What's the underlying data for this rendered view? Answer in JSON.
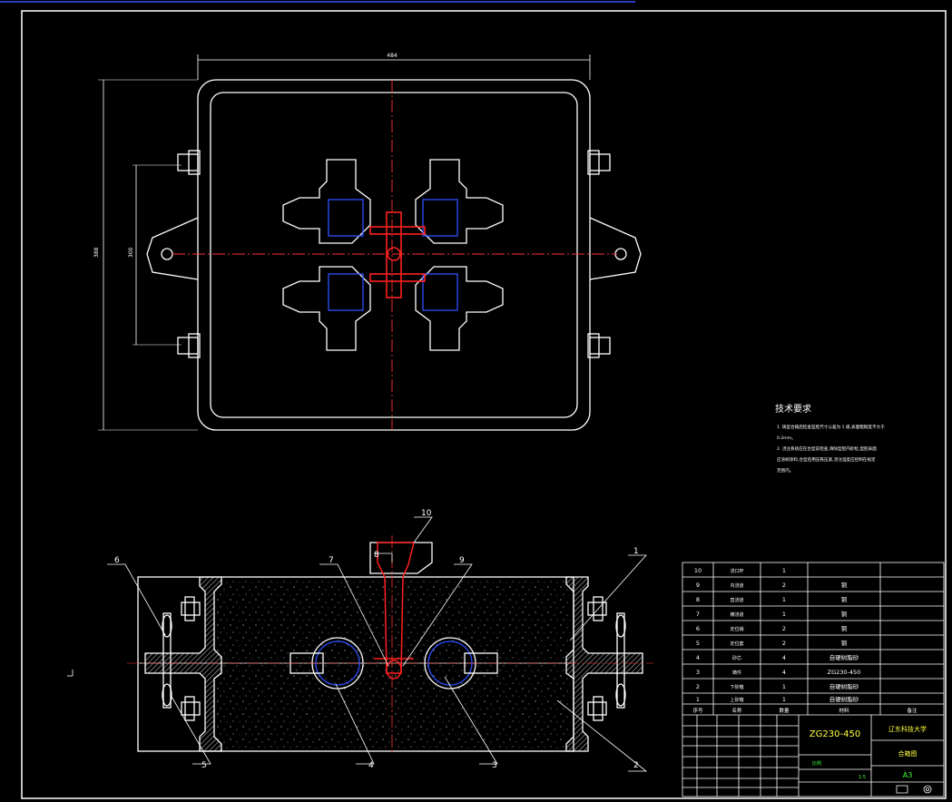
{
  "top_view": {
    "dim_width": "484",
    "dim_height_outer": "388",
    "dim_height_inner": "300"
  },
  "tech_requirements": {
    "title": "技术要求",
    "lines": [
      "1. 铸型合箱后检查型腔尺寸公差为 1 级,表面粗糙度不大于",
      "0.2mm。",
      "2. 浇注系统应在合型前检查,清除型腔内砂粒,型腔表面",
      "应涂刷涂料,合型后用压铁压紧,浇注温度应控制在规定",
      "范围内。"
    ]
  },
  "callouts": [
    "1",
    "2",
    "3",
    "4",
    "5",
    "6",
    "7",
    "8",
    "9",
    "10"
  ],
  "bom": {
    "rows": [
      {
        "no": "10",
        "name": "浇口杯",
        "qty": "1",
        "material": ""
      },
      {
        "no": "9",
        "name": "内浇道",
        "qty": "2",
        "material": "铜"
      },
      {
        "no": "8",
        "name": "直浇道",
        "qty": "1",
        "material": "铜"
      },
      {
        "no": "7",
        "name": "横浇道",
        "qty": "1",
        "material": "铜"
      },
      {
        "no": "6",
        "name": "定位销",
        "qty": "2",
        "material": "铜"
      },
      {
        "no": "5",
        "name": "定位套",
        "qty": "2",
        "material": "铜"
      },
      {
        "no": "4",
        "name": "砂芯",
        "qty": "4",
        "material": "自硬树脂砂"
      },
      {
        "no": "3",
        "name": "铸件",
        "qty": "4",
        "material": "ZG230-450"
      },
      {
        "no": "2",
        "name": "下砂箱",
        "qty": "1",
        "material": "自硬树脂砂"
      },
      {
        "no": "1",
        "name": "上砂箱",
        "qty": "1",
        "material": "自硬树脂砂"
      }
    ],
    "header": {
      "no": "序号",
      "name": "名称",
      "qty": "数量",
      "material": "材料",
      "remark": "备注"
    }
  },
  "title_block": {
    "material": "ZG230-450",
    "school": "辽东科技大学",
    "drawing_name": "合箱图",
    "sheet": "A3",
    "scale_label": "比例",
    "scale": "1:5"
  }
}
